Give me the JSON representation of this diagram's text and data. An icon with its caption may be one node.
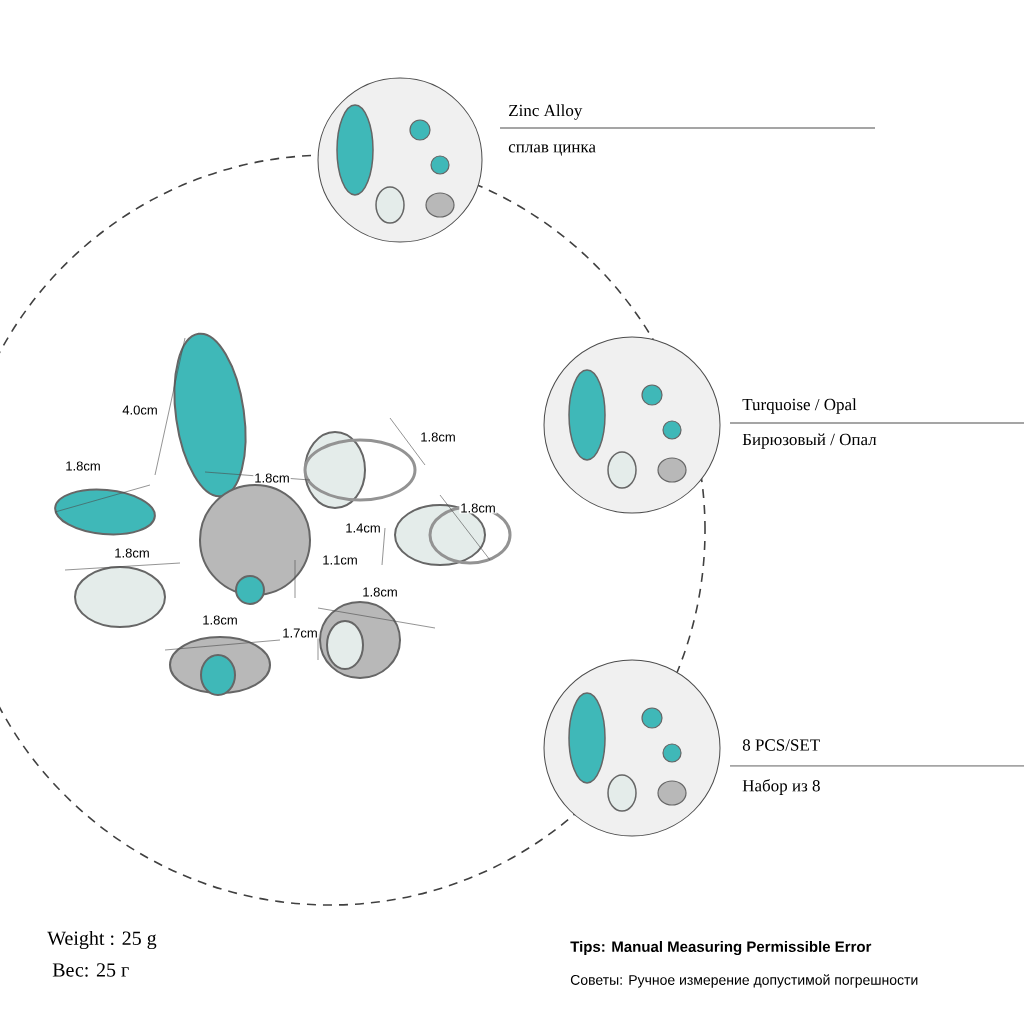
{
  "diagram": {
    "nodes": [
      {
        "text": [],
        "shape": "picture",
        "beside": [
          "Zinc Alloy",
          "сплав цинка"
        ]
      },
      {
        "text": [],
        "shape": "picture",
        "beside": [
          "Turquoise / Opal",
          "Бирюзовый / Опал"
        ]
      },
      {
        "text": [],
        "shape": "picture",
        "beside": [
          "8 PCS/SET",
          "Набор из 8"
        ]
      }
    ],
    "labels": [
      "4.0cm",
      "1.8cm",
      "1.8cm",
      "1.8cm",
      "1.8cm",
      "1.4cm",
      "1.8cm",
      "1.1cm",
      "1.8cm",
      "1.8cm",
      "1.7cm",
      "Weight : 25 g",
      "Вес: 25 г",
      "Tips: Manual Measuring Permissible Error",
      "Советы: Ручное измерение допустимой погрешности"
    ]
  }
}
